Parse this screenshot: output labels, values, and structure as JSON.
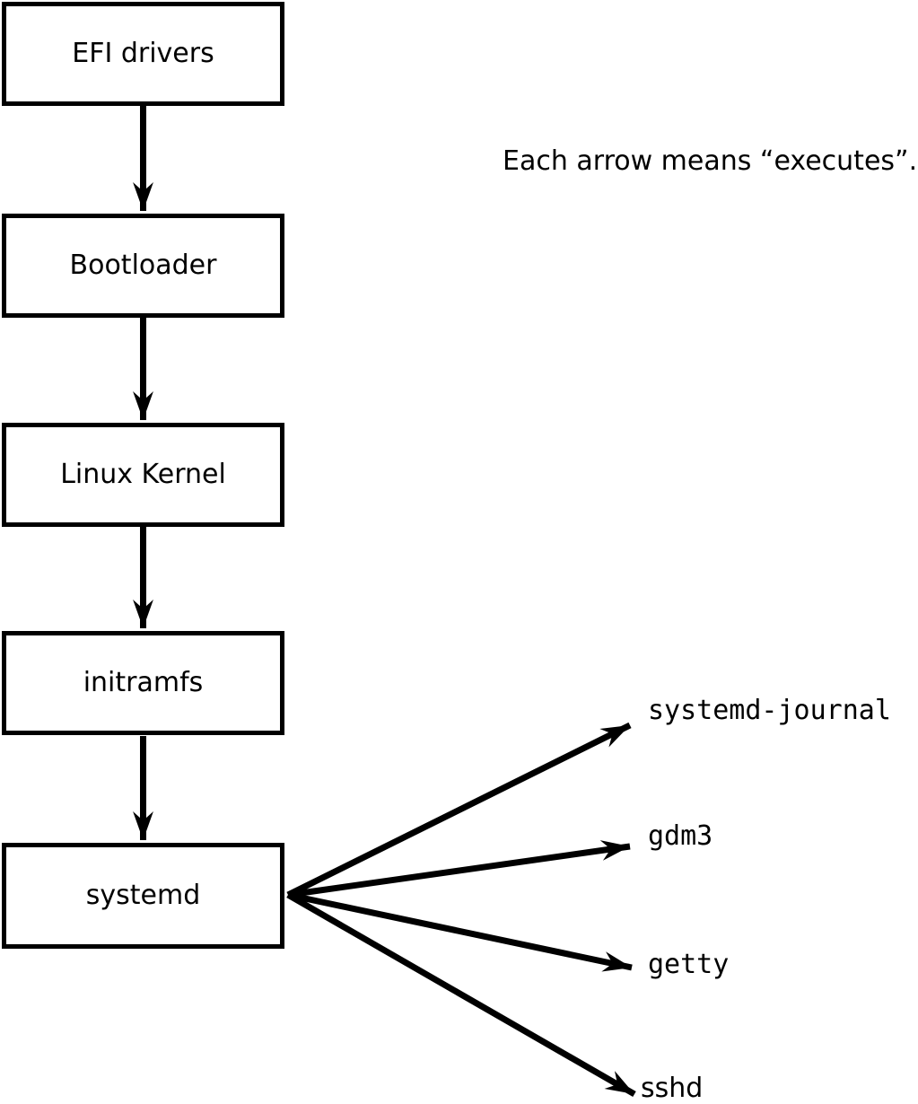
{
  "diagram": {
    "title_note": "Each arrow means “executes”.",
    "arrow_meaning": "executes",
    "chain": [
      {
        "label": "EFI drivers"
      },
      {
        "label": "Bootloader"
      },
      {
        "label": "Linux Kernel"
      },
      {
        "label": "initramfs"
      },
      {
        "label": "systemd"
      }
    ],
    "spawned": [
      {
        "label": "systemd-journal"
      },
      {
        "label": "gdm3"
      },
      {
        "label": "getty"
      },
      {
        "label": "sshd"
      }
    ],
    "edges": [
      {
        "from": "EFI drivers",
        "to": "Bootloader"
      },
      {
        "from": "Bootloader",
        "to": "Linux Kernel"
      },
      {
        "from": "Linux Kernel",
        "to": "initramfs"
      },
      {
        "from": "initramfs",
        "to": "systemd"
      },
      {
        "from": "systemd",
        "to": "systemd-journal"
      },
      {
        "from": "systemd",
        "to": "gdm3"
      },
      {
        "from": "systemd",
        "to": "getty"
      },
      {
        "from": "systemd",
        "to": "sshd"
      }
    ],
    "colors": {
      "line": "#000000",
      "box_fill": "#ffffff",
      "text": "#000000",
      "background": "#ffffff"
    }
  }
}
